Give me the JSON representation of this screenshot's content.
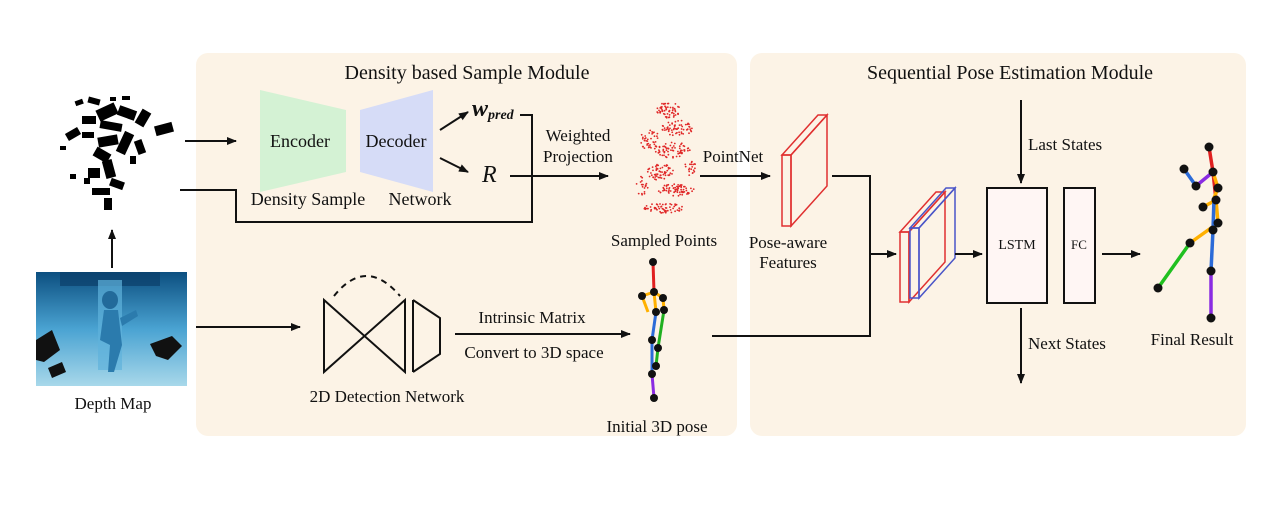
{
  "modules": {
    "density": {
      "title": "Density based Sample Module"
    },
    "sequential": {
      "title": "Sequential Pose Estimation Module"
    }
  },
  "network": {
    "encoder": "Encoder",
    "decoder": "Decoder",
    "caption_left": "Density Sample",
    "caption_right": "Network",
    "w_symbol": "w",
    "w_subscript": "pred",
    "r_symbol": "R"
  },
  "labels": {
    "weighted_1": "Weighted",
    "weighted_2": "Projection",
    "sampled_points": "Sampled Points",
    "pointnet": "PointNet",
    "pose_aware_1": "Pose-aware",
    "pose_aware_2": "Features",
    "depth_map": "Depth Map",
    "detection": "2D Detection Network",
    "intrinsic": "Intrinsic Matrix",
    "convert": "Convert to 3D space",
    "initial_pose": "Initial 3D pose",
    "last_states": "Last States",
    "next_states": "Next States",
    "lstm": "LSTM",
    "fc": "FC",
    "final_result": "Final Result"
  },
  "colors": {
    "module_bg": "#fcf3e6",
    "encoder": "#d4f2d4",
    "decoder": "#d6dcf7",
    "feature_red": "#e03030",
    "feature_blue": "#4a55c8",
    "box_fill": "#fff6f4",
    "point_cloud": "#e02828",
    "depth_blue": "#1f6fa6"
  }
}
